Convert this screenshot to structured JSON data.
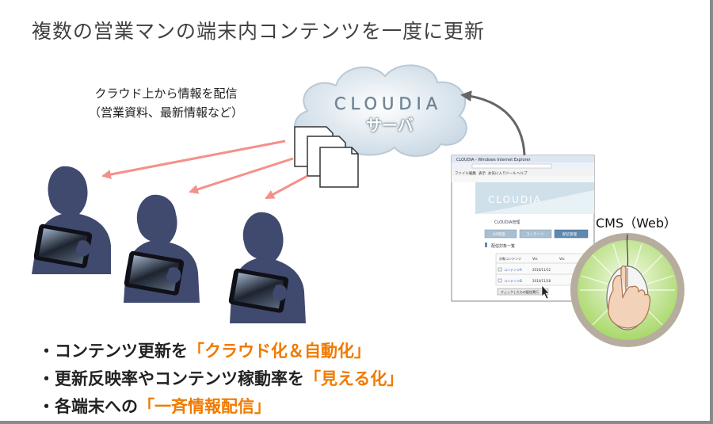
{
  "title": "複数の営業マンの端末内コンテンツを一度に更新",
  "cloud_caption": {
    "line1": "クラウド上から情報を配信",
    "line2": "（営業資料、最新情報など）"
  },
  "server": {
    "logo": "CLOUDIA",
    "label": "サーバ"
  },
  "cms_label": "CMS（Web）",
  "bullets": [
    {
      "prefix": "・コンテンツ更新を",
      "highlight": "「クラウド化＆自動化」"
    },
    {
      "prefix": "・更新反映率やコンテンツ稼動率を",
      "highlight": "「見える化」"
    },
    {
      "prefix": "・各端末への",
      "highlight": "「一斉情報配信」"
    }
  ],
  "browser": {
    "window_title": "CLOUDIA - Windows Internet Explorer",
    "menu": [
      "ファイル",
      "編集",
      "表示",
      "お気に入り",
      "ツール",
      "ヘルプ"
    ],
    "logo": "CLOUDIA",
    "section": "CLOUDIA管理",
    "tabs": [
      "HR管理",
      "コンテンツ",
      "配信管理"
    ],
    "heading": "配信対象一覧",
    "table_headers": [
      "対象コンテンツ",
      "Ver.",
      "Ver."
    ],
    "rows": [
      {
        "name": "コンテンツA",
        "date": "2010/11/12"
      },
      {
        "name": "コンテンツB",
        "date": "2010/11/18"
      }
    ],
    "button": "チェックしたもの配信実行"
  },
  "colors": {
    "accent": "#f07a00",
    "person": "#404a6e",
    "arrow": "#f4908a",
    "cloud": "#dfe9f0",
    "cms_circle": "#c9e59a",
    "cms_ring": "#b0a89a"
  }
}
